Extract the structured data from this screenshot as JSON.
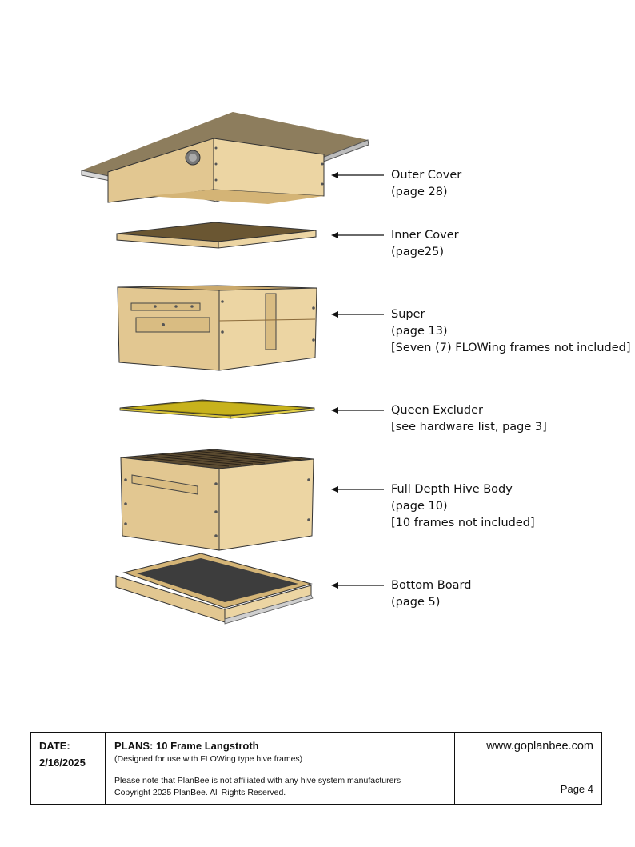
{
  "labels": {
    "outer_cover": [
      "Outer Cover",
      "(page 28)"
    ],
    "inner_cover": [
      "Inner Cover",
      "(page25)"
    ],
    "super": [
      "Super",
      "(page 13)",
      "[Seven (7) FLOWing frames not included]"
    ],
    "queen_excluder": [
      "Queen Excluder",
      "[see hardware list, page 3]"
    ],
    "hive_body": [
      "Full Depth Hive Body",
      "(page 10)",
      "[10 frames not included]"
    ],
    "bottom_board": [
      "Bottom Board",
      "(page 5)"
    ]
  },
  "footer": {
    "date_label": "DATE:",
    "date_value": "2/16/2025",
    "plans_title": "PLANS: 10 Frame Langstroth",
    "plans_sub": "(Designed for use with FLOWing type hive frames)",
    "disclaimer": "Please note that PlanBee is not affiliated with any hive system manufacturers",
    "copyright": "Copyright 2025 PlanBee. All Rights Reserved.",
    "website": "www.goplanbee.com",
    "page": "Page 4"
  },
  "colors": {
    "wood_light": "#e8cf9a",
    "wood_mid": "#d6b779",
    "wood_dark": "#b8955a",
    "metal": "#c9c9c9",
    "screen": "#3d3d3d",
    "excluder": "#c7b21c"
  }
}
